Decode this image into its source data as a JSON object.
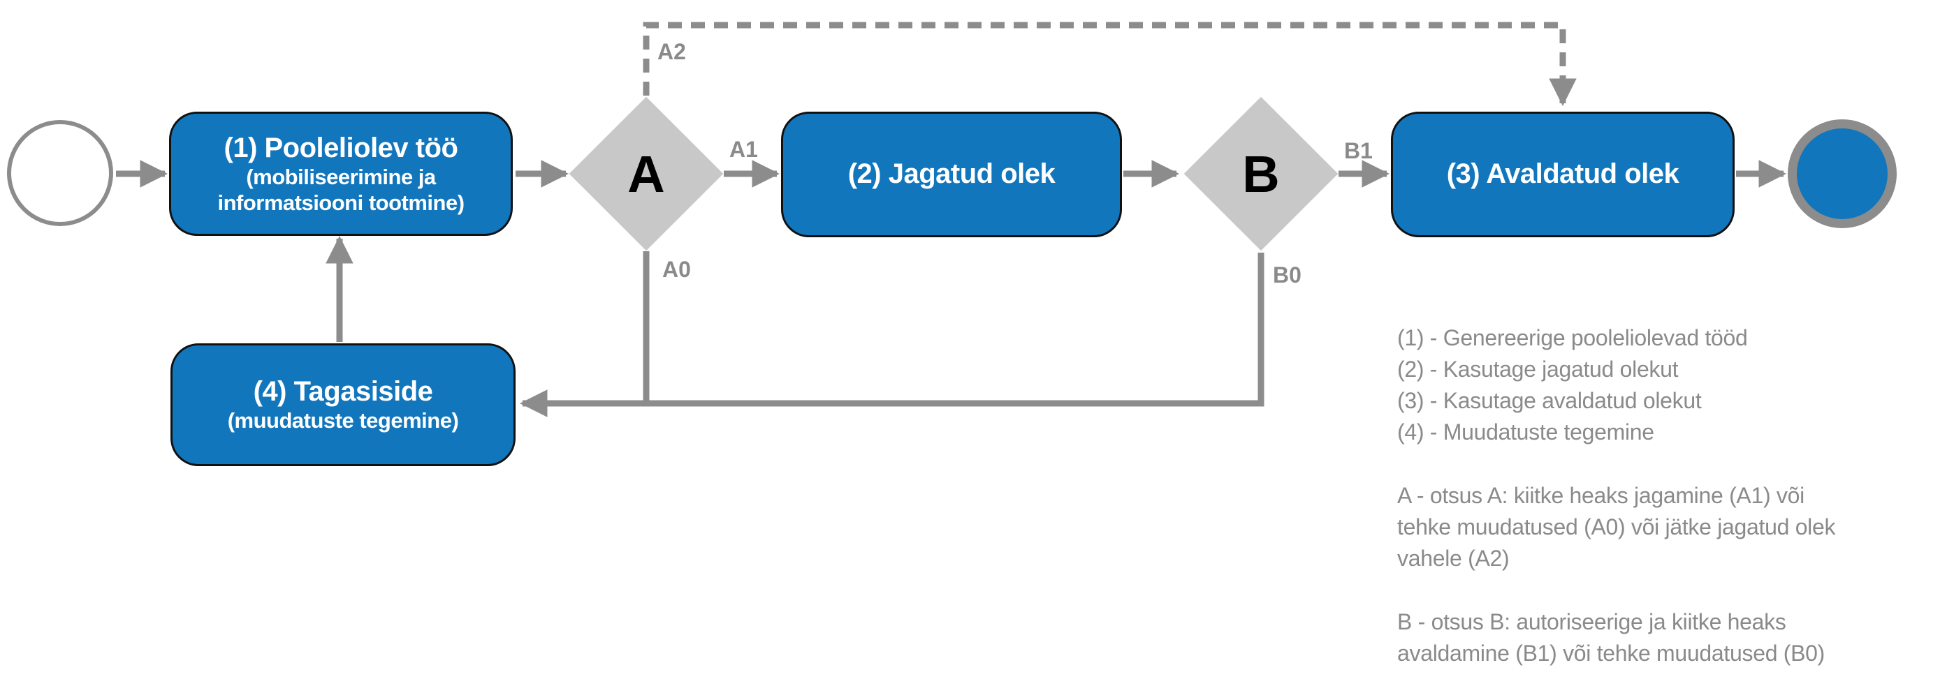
{
  "diagram": {
    "nodes": {
      "task1": {
        "title": "(1) Pooleliolev töö",
        "subtitle": "(mobiliseerimine ja informatsiooni tootmine)"
      },
      "task2": {
        "title": "(2) Jagatud olek"
      },
      "task3": {
        "title": "(3) Avaldatud olek"
      },
      "task4": {
        "title": "(4) Tagasiside",
        "subtitle": "(muudatuste tegemine)"
      },
      "decision_a": {
        "label": "A"
      },
      "decision_b": {
        "label": "B"
      }
    },
    "edge_labels": {
      "a1": "A1",
      "a2": "A2",
      "a0": "A0",
      "b1": "B1",
      "b0": "B0"
    }
  },
  "legend": {
    "items": [
      "(1) - Genereerige pooleliolevad tööd",
      "(2) - Kasutage jagatud olekut",
      "(3) - Kasutage avaldatud olekut",
      "(4) - Muudatuste tegemine"
    ],
    "note_a": [
      "A - otsus A: kiitke heaks jagamine (A1) või",
      "tehke muudatused (A0) või jätke jagatud olek",
      "vahele (A2)"
    ],
    "note_b": [
      "B - otsus B: autoriseerige ja kiitke heaks",
      "avaldamine (B1) või tehke muudatused (B0)"
    ]
  },
  "colors": {
    "node_blue": "#1276BD",
    "node_border": "#111111",
    "diamond_gray": "#C8C8C8",
    "line_gray": "#8C8C8C",
    "label_gray": "#8A8A8A",
    "text_white": "#FFFFFF",
    "canvas_bg": "#FFFFFF"
  }
}
